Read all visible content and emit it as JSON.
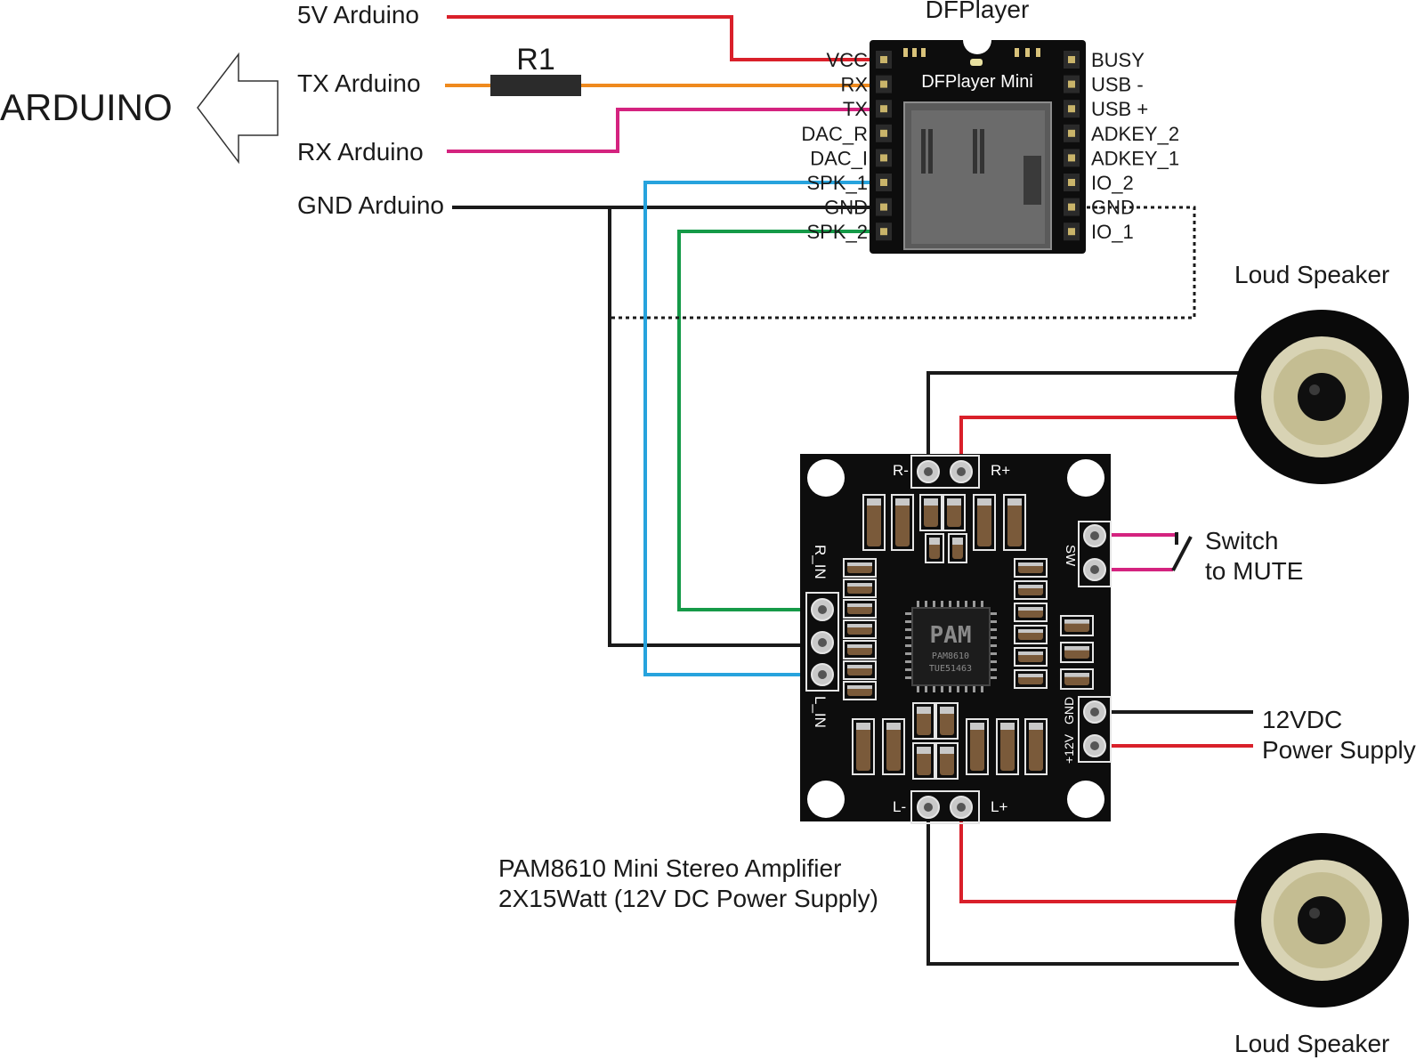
{
  "labels": {
    "arduino": "ARDUINO",
    "v5": "5V Arduino",
    "tx": "TX Arduino",
    "rx": "RX Arduino",
    "gnd": "GND Arduino",
    "r1": "R1",
    "dfplayer_title": "DFPlayer",
    "dfplayer_board": "DFPlayer Mini",
    "speaker_top": "Loud Speaker",
    "speaker_bottom": "Loud Speaker",
    "switch_line1": "Switch",
    "switch_line2": "to MUTE",
    "power_line1": "12VDC",
    "power_line2": "Power Supply",
    "amp_line1": "PAM8610 Mini Stereo Amplifier",
    "amp_line2": "2X15Watt (12V DC Power Supply)"
  },
  "dfplayer_pins_left": [
    "VCC",
    "RX",
    "TX",
    "DAC_R",
    "DAC_I",
    "SPK_1",
    "GND",
    "SPK_2"
  ],
  "dfplayer_pins_right": [
    "BUSY",
    "USB -",
    "USB +",
    "ADKEY_2",
    "ADKEY_1",
    "IO_2",
    "GND",
    "IO_1"
  ],
  "amp_board": {
    "r_minus": "R-",
    "r_plus": "R+",
    "l_minus": "L-",
    "l_plus": "L+",
    "r_in": "R_IN",
    "l_in": "L_IN",
    "sw": "SW",
    "gnd": "GND",
    "v12": "+12V",
    "chip_logo": "PAM",
    "chip_model": "PAM8610",
    "chip_code": "TUE51463"
  },
  "colors": {
    "red": "#d9202a",
    "orange": "#ef8a1e",
    "magenta": "#d4237f",
    "blue": "#27a3dd",
    "green": "#159a48",
    "black": "#1a1a1a",
    "pcb": "#0d0d0d"
  },
  "icons": {
    "arduino_arrow": "left-arrow-icon",
    "speaker": "loudspeaker-icon",
    "switch": "switch-icon",
    "resistor": "resistor-icon"
  }
}
